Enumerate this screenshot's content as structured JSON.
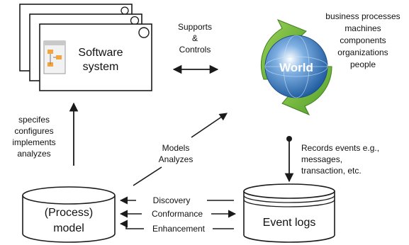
{
  "software_system": {
    "label_line1": "Software",
    "label_line2": "system"
  },
  "supports_controls": {
    "line1": "Supports",
    "line2": "&",
    "line3": "Controls"
  },
  "world": {
    "label": "World",
    "examples": [
      "business processes",
      "machines",
      "components",
      "organizations",
      "people"
    ]
  },
  "specifies": {
    "lines": [
      "specifes",
      "configures",
      "implements",
      "analyzes"
    ]
  },
  "models_analyzes": {
    "line1": "Models",
    "line2": "Analyzes"
  },
  "records_events": {
    "lines": [
      "Records events e.g.,",
      "messages,",
      "transaction, etc."
    ]
  },
  "process_model": {
    "line1": "(Process)",
    "line2": "model"
  },
  "event_logs": {
    "label": "Event logs"
  },
  "relations": {
    "discovery": "Discovery",
    "conformance": "Conformance",
    "enhancement": "Enhancement"
  },
  "colors": {
    "line": "#1a1a1a",
    "globe_blue": "#2a6fb8",
    "arrow_green": "#6fb83a"
  }
}
